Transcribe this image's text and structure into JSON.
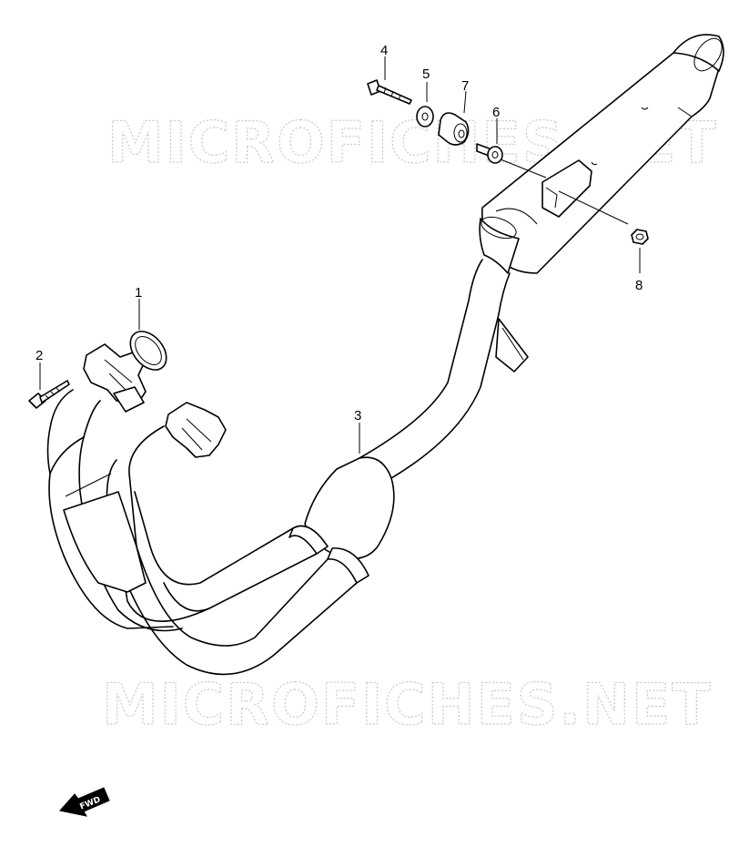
{
  "watermark": {
    "text": "MICROFICHES.NET"
  },
  "callouts": [
    {
      "id": "1",
      "label": "1"
    },
    {
      "id": "2",
      "label": "2"
    },
    {
      "id": "3",
      "label": "3"
    },
    {
      "id": "4",
      "label": "4"
    },
    {
      "id": "5",
      "label": "5"
    },
    {
      "id": "6",
      "label": "6"
    },
    {
      "id": "7",
      "label": "7"
    },
    {
      "id": "8",
      "label": "8"
    }
  ],
  "direction_badge": {
    "label": "FWD"
  }
}
